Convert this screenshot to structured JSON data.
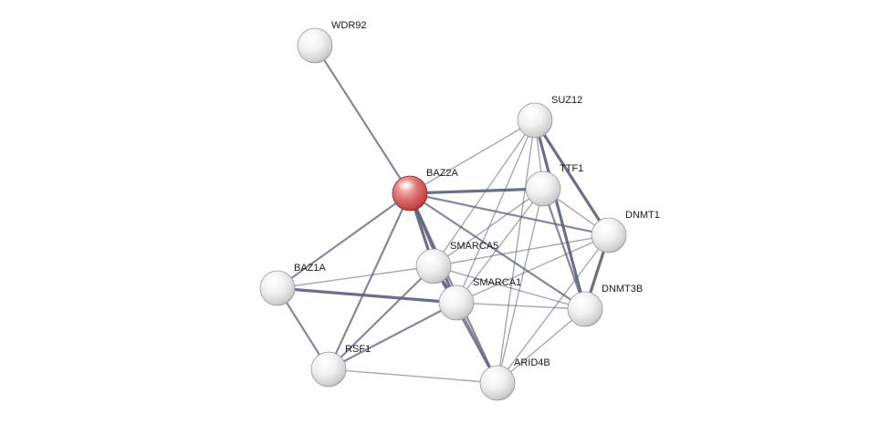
{
  "network": {
    "colors": {
      "edge": "#5a6178",
      "query_node": "#d64a4a",
      "node": "#e8e8e8"
    },
    "nodes": [
      {
        "id": "WDR92",
        "label": "WDR92",
        "query": false
      },
      {
        "id": "BAZ2A",
        "label": "BAZ2A",
        "query": true
      },
      {
        "id": "SUZ12",
        "label": "SUZ12",
        "query": false
      },
      {
        "id": "TTF1",
        "label": "TTF1",
        "query": false
      },
      {
        "id": "DNMT1",
        "label": "DNMT1",
        "query": false
      },
      {
        "id": "SMARCA5",
        "label": "SMARCA5",
        "query": false
      },
      {
        "id": "BAZ1A",
        "label": "BAZ1A",
        "query": false
      },
      {
        "id": "SMARCA1",
        "label": "SMARCA1",
        "query": false
      },
      {
        "id": "DNMT3B",
        "label": "DNMT3B",
        "query": false
      },
      {
        "id": "RSF1",
        "label": "RSF1",
        "query": false
      },
      {
        "id": "ARID4B",
        "label": "ARID4B",
        "query": false
      }
    ],
    "edges": [
      {
        "source": "WDR92",
        "target": "BAZ2A",
        "weight": 2
      },
      {
        "source": "BAZ2A",
        "target": "SUZ12",
        "weight": 1
      },
      {
        "source": "BAZ2A",
        "target": "TTF1",
        "weight": 3
      },
      {
        "source": "BAZ2A",
        "target": "DNMT1",
        "weight": 2
      },
      {
        "source": "BAZ2A",
        "target": "SMARCA5",
        "weight": 3
      },
      {
        "source": "BAZ2A",
        "target": "SMARCA1",
        "weight": 3
      },
      {
        "source": "BAZ2A",
        "target": "BAZ1A",
        "weight": 2
      },
      {
        "source": "BAZ2A",
        "target": "RSF1",
        "weight": 2
      },
      {
        "source": "BAZ2A",
        "target": "DNMT3B",
        "weight": 2
      },
      {
        "source": "BAZ2A",
        "target": "ARID4B",
        "weight": 2
      },
      {
        "source": "SUZ12",
        "target": "TTF1",
        "weight": 1
      },
      {
        "source": "SUZ12",
        "target": "DNMT1",
        "weight": 3
      },
      {
        "source": "SUZ12",
        "target": "DNMT3B",
        "weight": 3
      },
      {
        "source": "SUZ12",
        "target": "SMARCA5",
        "weight": 1
      },
      {
        "source": "SUZ12",
        "target": "SMARCA1",
        "weight": 1
      },
      {
        "source": "SUZ12",
        "target": "ARID4B",
        "weight": 1
      },
      {
        "source": "TTF1",
        "target": "DNMT1",
        "weight": 1
      },
      {
        "source": "TTF1",
        "target": "DNMT3B",
        "weight": 2
      },
      {
        "source": "TTF1",
        "target": "SMARCA5",
        "weight": 1
      },
      {
        "source": "TTF1",
        "target": "SMARCA1",
        "weight": 1
      },
      {
        "source": "TTF1",
        "target": "ARID4B",
        "weight": 1
      },
      {
        "source": "DNMT1",
        "target": "DNMT3B",
        "weight": 3
      },
      {
        "source": "DNMT1",
        "target": "SMARCA5",
        "weight": 1
      },
      {
        "source": "DNMT1",
        "target": "SMARCA1",
        "weight": 1
      },
      {
        "source": "DNMT1",
        "target": "ARID4B",
        "weight": 1
      },
      {
        "source": "DNMT3B",
        "target": "SMARCA5",
        "weight": 1
      },
      {
        "source": "DNMT3B",
        "target": "SMARCA1",
        "weight": 1
      },
      {
        "source": "SMARCA5",
        "target": "BAZ1A",
        "weight": 1
      },
      {
        "source": "SMARCA5",
        "target": "SMARCA1",
        "weight": 3
      },
      {
        "source": "SMARCA5",
        "target": "RSF1",
        "weight": 2
      },
      {
        "source": "SMARCA5",
        "target": "ARID4B",
        "weight": 2
      },
      {
        "source": "SMARCA1",
        "target": "BAZ1A",
        "weight": 3
      },
      {
        "source": "SMARCA1",
        "target": "RSF1",
        "weight": 2
      },
      {
        "source": "SMARCA1",
        "target": "ARID4B",
        "weight": 2
      },
      {
        "source": "BAZ1A",
        "target": "RSF1",
        "weight": 2
      },
      {
        "source": "RSF1",
        "target": "ARID4B",
        "weight": 1
      },
      {
        "source": "ARID4B",
        "target": "DNMT3B",
        "weight": 1
      }
    ]
  }
}
